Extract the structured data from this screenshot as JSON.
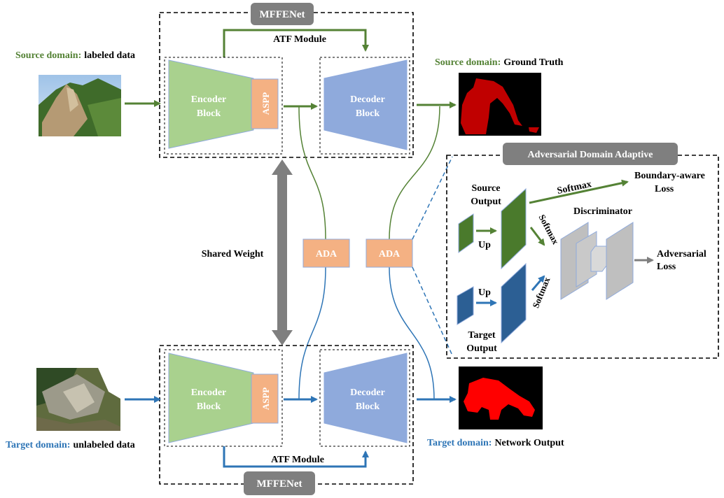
{
  "top": {
    "mffenet_label": "MFFENet",
    "atf_label": "ATF Module",
    "source_label_colored": "Source domain:",
    "source_label_rest": "labeled data",
    "encoder_line1": "Encoder",
    "encoder_line2": "Block",
    "aspp_label": "ASPP",
    "decoder_line1": "Decoder",
    "decoder_line2": "Block",
    "gt_label_colored": "Source domain:",
    "gt_label_rest": "Ground Truth"
  },
  "bottom": {
    "mffenet_label": "MFFENet",
    "atf_label": "ATF Module",
    "target_label_colored": "Target domain:",
    "target_label_rest": "unlabeled data",
    "encoder_line1": "Encoder",
    "encoder_line2": "Block",
    "aspp_label": "ASPP",
    "decoder_line1": "Decoder",
    "decoder_line2": "Block",
    "out_label_colored": "Target domain:",
    "out_label_rest": "Network Output"
  },
  "middle": {
    "shared_weight_label": "Shared Weight",
    "ada_left_label": "ADA",
    "ada_right_label": "ADA"
  },
  "adversarial": {
    "title": "Adversarial Domain Adaptive",
    "source_output_line1": "Source",
    "source_output_line2": "Output",
    "target_output_line1": "Target",
    "target_output_line2": "Output",
    "up_top": "Up",
    "up_bottom": "Up",
    "softmax_top": "Softmax",
    "softmax_mid": "Softmax",
    "softmax_low": "Softmax",
    "discriminator_label": "Discriminator",
    "boundary_line1": "Boundary-aware",
    "boundary_line2": "Loss",
    "adversarial_line1": "Adversarial",
    "adversarial_line2": "Loss"
  },
  "colors": {
    "source_green": "#548235",
    "target_blue": "#2e75b6",
    "encoder_fill": "#a9d18e",
    "decoder_fill": "#8faadc",
    "aspp_fill": "#f4b183",
    "ada_fill": "#f4b183",
    "label_bg": "#7f7f7f",
    "gt_red": "#c00000",
    "output_red": "#ff0000"
  },
  "icons": {
    "source_image": "landslide-photo",
    "target_image": "landslide-aerial-photo",
    "gt_mask": "ground-truth-mask",
    "output_mask": "network-output-mask"
  }
}
